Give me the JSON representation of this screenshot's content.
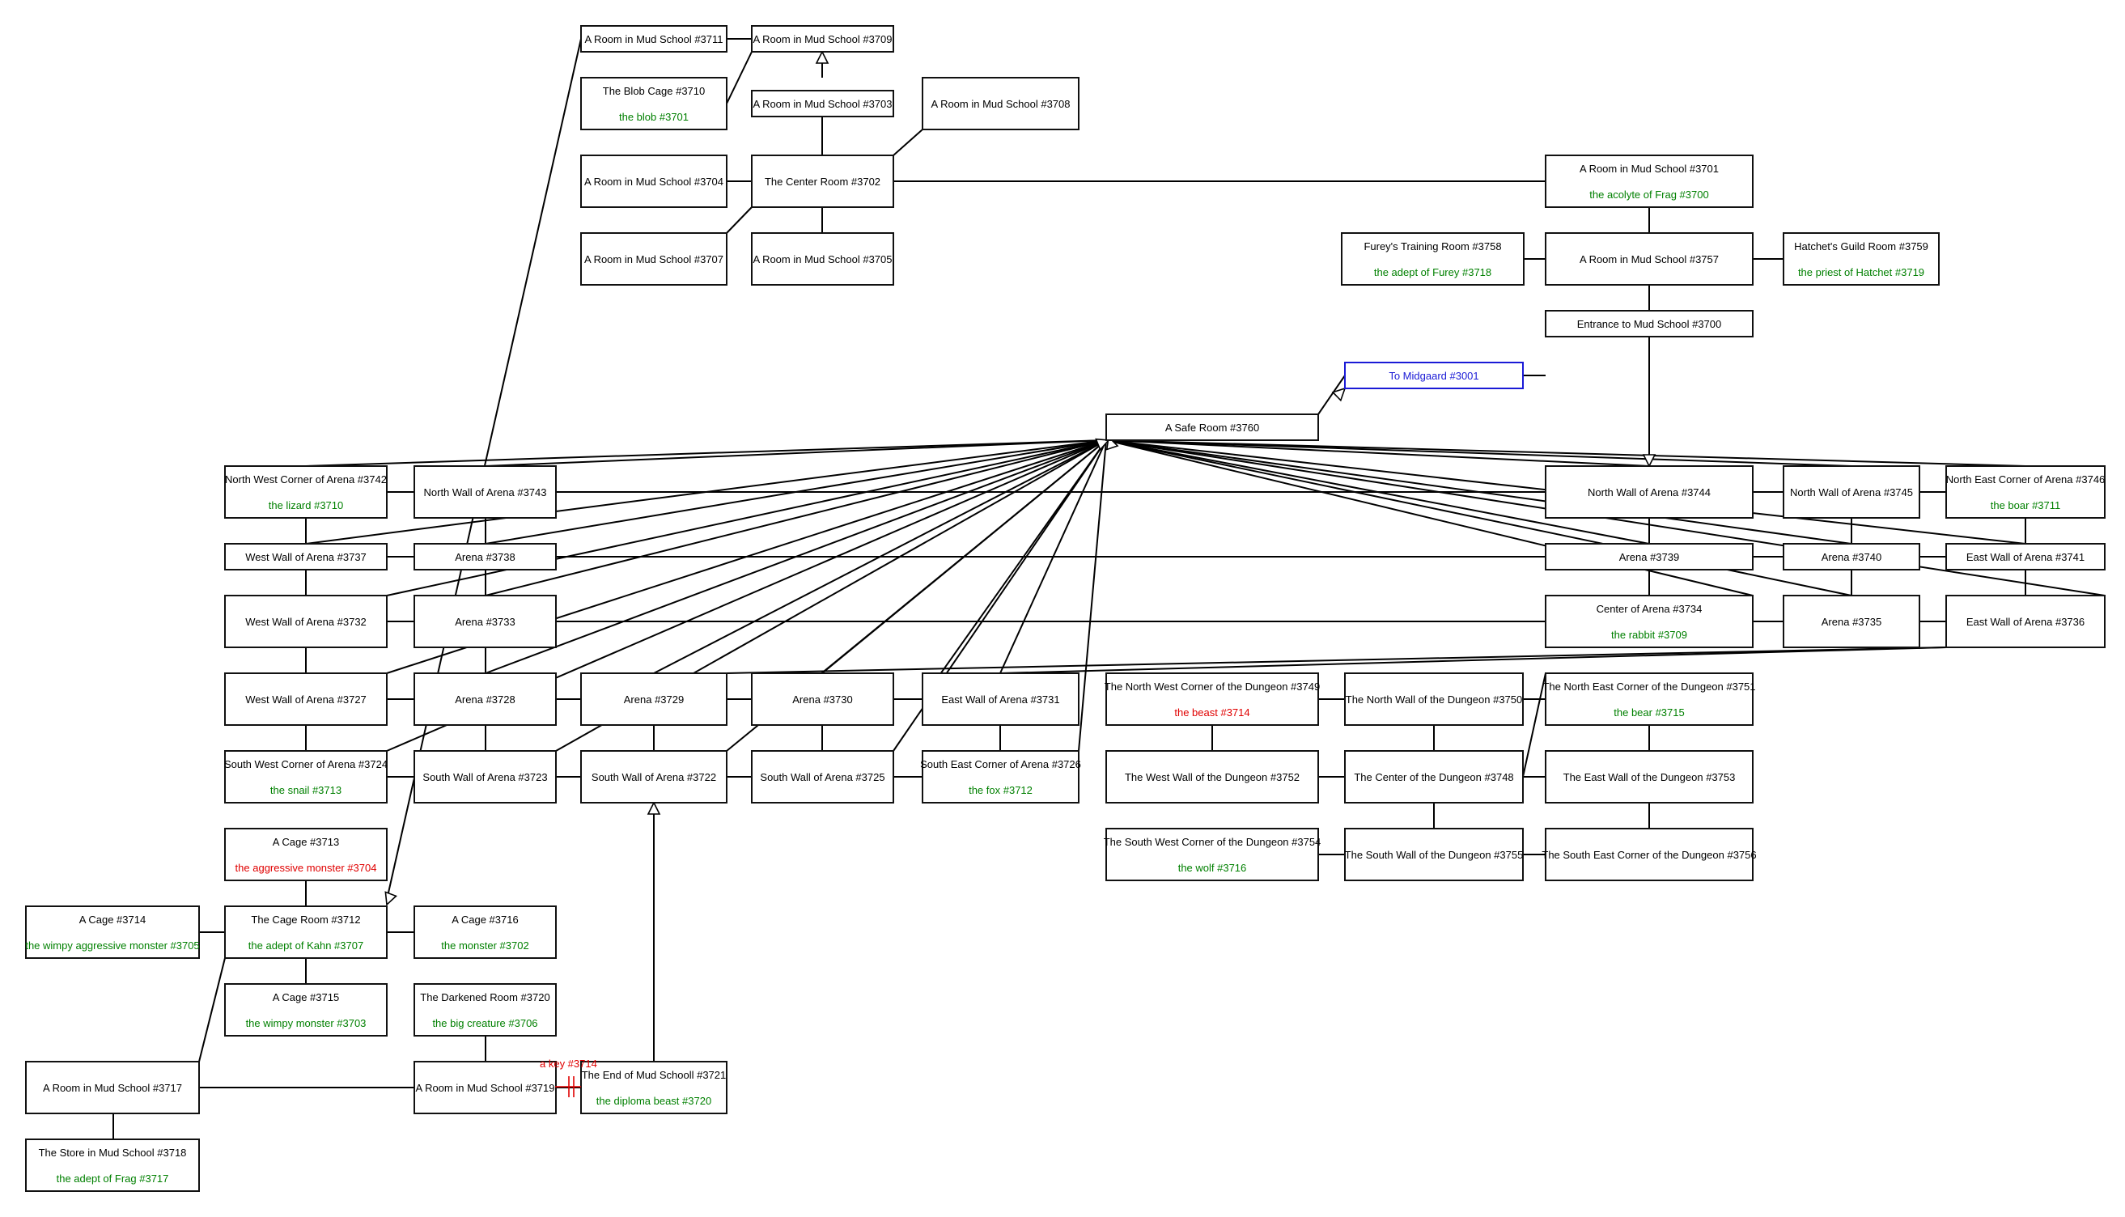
{
  "colors": {
    "friendly_mob": "#008000",
    "hostile_mob": "#e00000",
    "exit_room": "#1a1ad6",
    "key": "#e00000"
  },
  "rooms": [
    {
      "id": "r3711",
      "name": "A Room in Mud School #3711"
    },
    {
      "id": "r3709",
      "name": "A Room in Mud School #3709"
    },
    {
      "id": "r3710",
      "name": "The Blob Cage #3710",
      "mob": "the blob #3701",
      "mob_type": "friendly"
    },
    {
      "id": "r3703",
      "name": "A Room in Mud School #3703"
    },
    {
      "id": "r3708",
      "name": "A Room in Mud School #3708"
    },
    {
      "id": "r3704",
      "name": "A Room in Mud School #3704"
    },
    {
      "id": "r3702",
      "name": "The Center Room #3702"
    },
    {
      "id": "r3707",
      "name": "A Room in Mud School #3707"
    },
    {
      "id": "r3705",
      "name": "A Room in Mud School #3705"
    },
    {
      "id": "r3701",
      "name": "A Room in Mud School #3701",
      "mob": "the acolyte of Frag #3700",
      "mob_type": "friendly"
    },
    {
      "id": "r3758",
      "name": "Furey's Training Room #3758",
      "mob": "the adept of Furey #3718",
      "mob_type": "friendly"
    },
    {
      "id": "r3757",
      "name": "A Room in Mud School #3757"
    },
    {
      "id": "r3759",
      "name": "Hatchet's Guild Room #3759",
      "mob": "the priest of Hatchet #3719",
      "mob_type": "friendly"
    },
    {
      "id": "r3700",
      "name": "Entrance to Mud School #3700"
    },
    {
      "id": "r3001",
      "name": "To Midgaard #3001",
      "exit": true
    },
    {
      "id": "r3760",
      "name": "A Safe Room #3760"
    },
    {
      "id": "r3742",
      "name": "North West Corner of Arena #3742",
      "mob": "the lizard #3710",
      "mob_type": "friendly"
    },
    {
      "id": "r3743",
      "name": "North Wall of Arena #3743"
    },
    {
      "id": "r3744",
      "name": "North Wall of Arena #3744"
    },
    {
      "id": "r3745",
      "name": "North Wall of Arena #3745"
    },
    {
      "id": "r3746",
      "name": "North East Corner of Arena #3746",
      "mob": "the boar #3711",
      "mob_type": "friendly"
    },
    {
      "id": "r3737",
      "name": "West Wall of Arena #3737"
    },
    {
      "id": "r3738",
      "name": "Arena #3738"
    },
    {
      "id": "r3739",
      "name": "Arena #3739"
    },
    {
      "id": "r3740",
      "name": "Arena #3740"
    },
    {
      "id": "r3741",
      "name": "East Wall of Arena #3741"
    },
    {
      "id": "r3732",
      "name": "West Wall of Arena #3732"
    },
    {
      "id": "r3733",
      "name": "Arena #3733"
    },
    {
      "id": "r3734",
      "name": "Center of Arena #3734",
      "mob": "the rabbit #3709",
      "mob_type": "friendly"
    },
    {
      "id": "r3735",
      "name": "Arena #3735"
    },
    {
      "id": "r3736",
      "name": "East Wall of Arena #3736"
    },
    {
      "id": "r3727",
      "name": "West Wall of Arena #3727"
    },
    {
      "id": "r3728",
      "name": "Arena #3728"
    },
    {
      "id": "r3729",
      "name": "Arena #3729"
    },
    {
      "id": "r3730",
      "name": "Arena #3730"
    },
    {
      "id": "r3731",
      "name": "East Wall of Arena #3731"
    },
    {
      "id": "r3749",
      "name": "The North West Corner of the Dungeon #3749",
      "mob": "the beast #3714",
      "mob_type": "hostile"
    },
    {
      "id": "r3750",
      "name": "The North Wall of the Dungeon #3750"
    },
    {
      "id": "r3751",
      "name": "The North East Corner of the Dungeon #3751",
      "mob": "the bear #3715",
      "mob_type": "friendly"
    },
    {
      "id": "r3724",
      "name": "South West Corner of Arena #3724",
      "mob": "the snail #3713",
      "mob_type": "friendly"
    },
    {
      "id": "r3723",
      "name": "South Wall of Arena #3723"
    },
    {
      "id": "r3722",
      "name": "South Wall of Arena #3722"
    },
    {
      "id": "r3725",
      "name": "South Wall of Arena #3725"
    },
    {
      "id": "r3726",
      "name": "South East Corner of Arena #3726",
      "mob": "the fox #3712",
      "mob_type": "friendly"
    },
    {
      "id": "r3752",
      "name": "The West Wall of the Dungeon #3752"
    },
    {
      "id": "r3748",
      "name": "The Center of the Dungeon #3748"
    },
    {
      "id": "r3753",
      "name": "The East Wall of the Dungeon #3753"
    },
    {
      "id": "r3754",
      "name": "The South West Corner of the Dungeon #3754",
      "mob": "the wolf #3716",
      "mob_type": "friendly"
    },
    {
      "id": "r3755",
      "name": "The South Wall of the Dungeon #3755"
    },
    {
      "id": "r3756",
      "name": "The South East Corner of the Dungeon #3756"
    },
    {
      "id": "r3713",
      "name": "A Cage #3713",
      "mob": "the aggressive monster #3704",
      "mob_type": "hostile"
    },
    {
      "id": "r3714",
      "name": "A Cage #3714",
      "mob": "the wimpy aggressive monster #3705",
      "mob_type": "friendly"
    },
    {
      "id": "r3712",
      "name": "The Cage Room #3712",
      "mob": "the adept of Kahn #3707",
      "mob_type": "friendly"
    },
    {
      "id": "r3716",
      "name": "A Cage #3716",
      "mob": "the monster #3702",
      "mob_type": "friendly"
    },
    {
      "id": "r3715",
      "name": "A Cage #3715",
      "mob": "the wimpy monster #3703",
      "mob_type": "friendly"
    },
    {
      "id": "r3720",
      "name": "The Darkened Room #3720",
      "mob": "the big creature #3706",
      "mob_type": "friendly"
    },
    {
      "id": "r3717",
      "name": "A Room in Mud School #3717"
    },
    {
      "id": "r3719",
      "name": "A Room in Mud School #3719"
    },
    {
      "id": "r3721",
      "name": "The End of Mud Schooll #3721",
      "mob": "the diploma beast #3720",
      "mob_type": "friendly"
    },
    {
      "id": "r3718",
      "name": "The Store in Mud School #3718",
      "mob": "the adept of Frag #3717",
      "mob_type": "friendly"
    }
  ],
  "key_label": "a key #3714"
}
